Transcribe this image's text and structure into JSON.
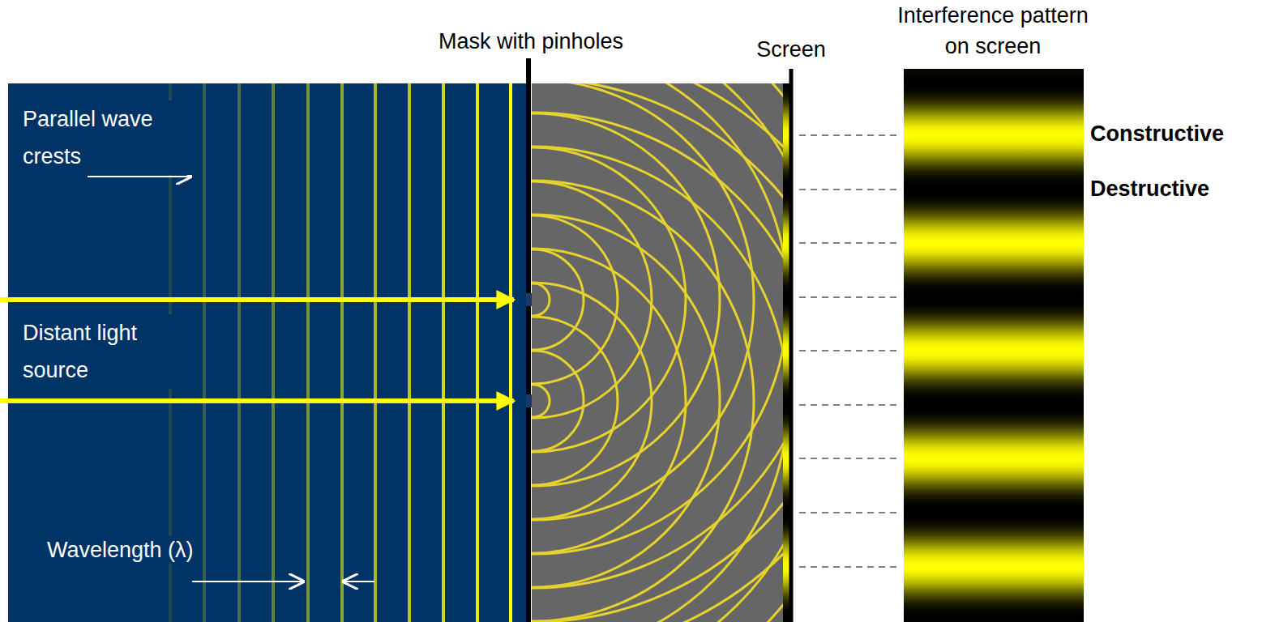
{
  "diagram": {
    "labels": [
      "Mask with pinholes",
      "Screen",
      "Interference pattern on screen",
      "Parallel wave crests",
      "Distant light source",
      "Wavelength (λ)",
      "Constructive",
      "Destructive"
    ]
  }
}
